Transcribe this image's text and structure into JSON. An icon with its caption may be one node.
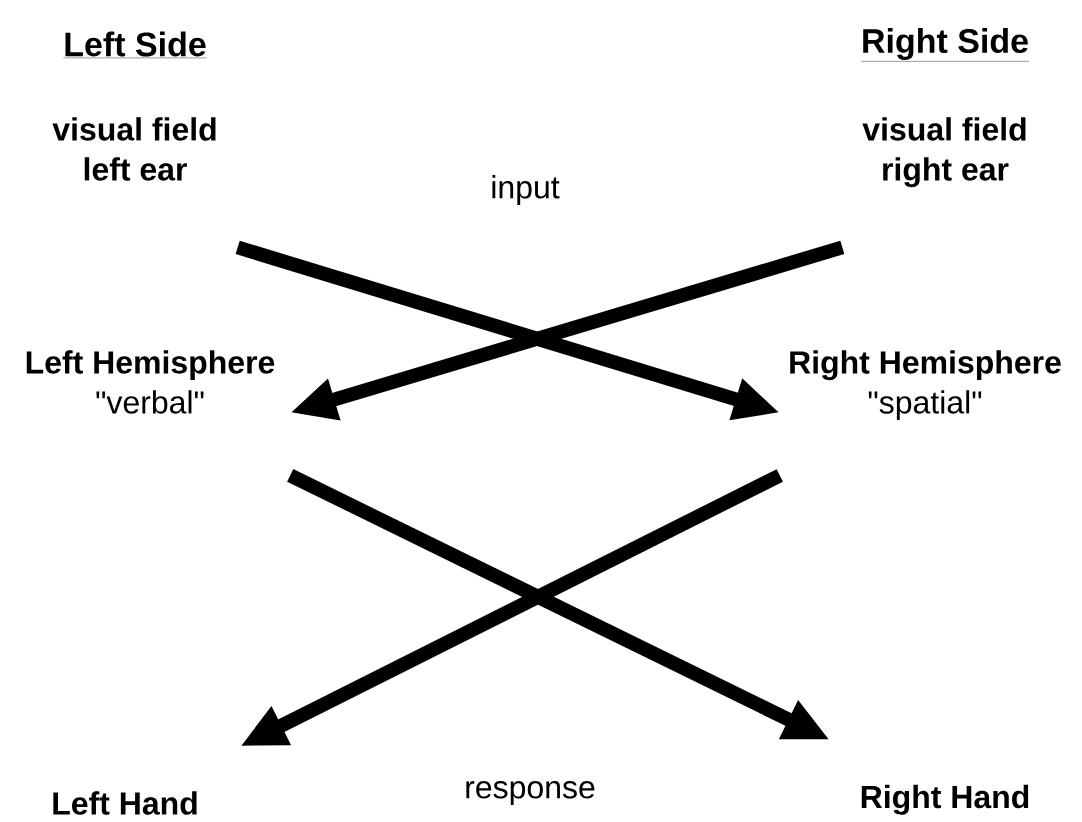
{
  "diagram": {
    "nodes": [
      {
        "text": [
          "visual field left ear"
        ]
      },
      {
        "text": [
          "visual field right ear"
        ]
      },
      {
        "text": [
          "Left Hemisphere",
          "\"verbal\""
        ]
      },
      {
        "text": [
          "Right Hemisphere",
          "\"spatial\""
        ]
      },
      {
        "text": [
          "Left Hand"
        ]
      },
      {
        "text": [
          "Right Hand"
        ]
      }
    ],
    "edges": [
      {
        "from": 0,
        "to": 3,
        "arrow": "to"
      },
      {
        "from": 1,
        "to": 2,
        "arrow": "to"
      },
      {
        "from": 2,
        "to": 5,
        "arrow": "to"
      },
      {
        "from": 3,
        "to": 4,
        "arrow": "to"
      }
    ],
    "labels": [
      "Left Side",
      "Right Side",
      "input",
      "response"
    ]
  }
}
